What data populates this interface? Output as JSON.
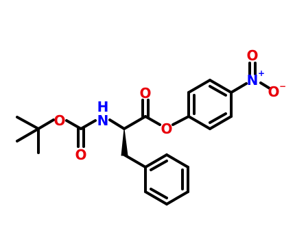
{
  "molecule": {
    "atoms": {
      "carbonyl_o_boc": "O",
      "ester_o_boc": "O",
      "amide_nh": "H",
      "amide_n": "N",
      "carbonyl_o_ester": "O",
      "ester_o": "O",
      "nitro_o_top": "O",
      "nitro_n": "N",
      "nitro_n_charge": "+",
      "nitro_o_right": "O",
      "nitro_o_charge": "−"
    },
    "colors": {
      "bond": "#000000",
      "oxygen": "#e8000b",
      "nitrogen": "#0000ff"
    }
  }
}
